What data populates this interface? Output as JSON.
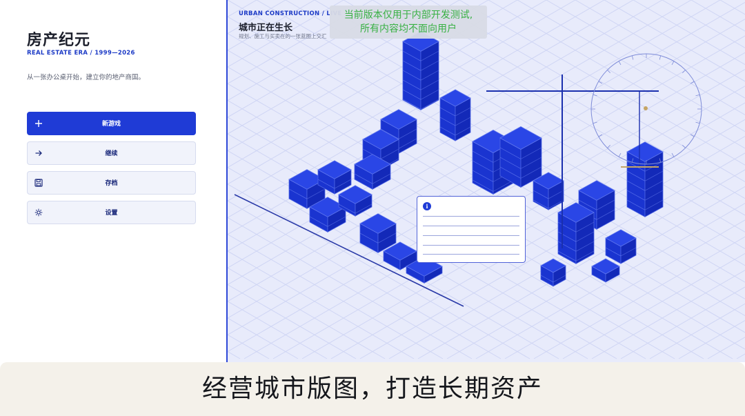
{
  "menu": {
    "title": "房产纪元",
    "subtitle": "REAL ESTATE ERA / 1999—2026",
    "tagline": "从一张办公桌开始，建立你的地产商国。",
    "buttons": [
      {
        "label": "新游戏",
        "icon": "plus-icon",
        "primary": true
      },
      {
        "label": "继续",
        "icon": "arrow-right-icon",
        "primary": false
      },
      {
        "label": "存档",
        "icon": "floppy-disk-icon",
        "primary": false
      },
      {
        "label": "设置",
        "icon": "gear-icon",
        "primary": false
      }
    ]
  },
  "scene": {
    "eyebrow": "URBAN CONSTRUCTION / LIVE",
    "heading": "城市正在生长",
    "description": "规划、施工与买卖在的一张蓝图上交汇"
  },
  "dev_banner": {
    "line1": "当前版本仅用于内部开发测试,",
    "line2": "所有内容均不面向用户"
  },
  "caption": "经营城市版图，打造长期资产",
  "colors": {
    "accent": "#1f3bd6",
    "building": "#1a34d0",
    "scene_bg": "#e8ebfb",
    "banner_text": "#2fae3a",
    "caption_bg": "#f4f1ea"
  }
}
